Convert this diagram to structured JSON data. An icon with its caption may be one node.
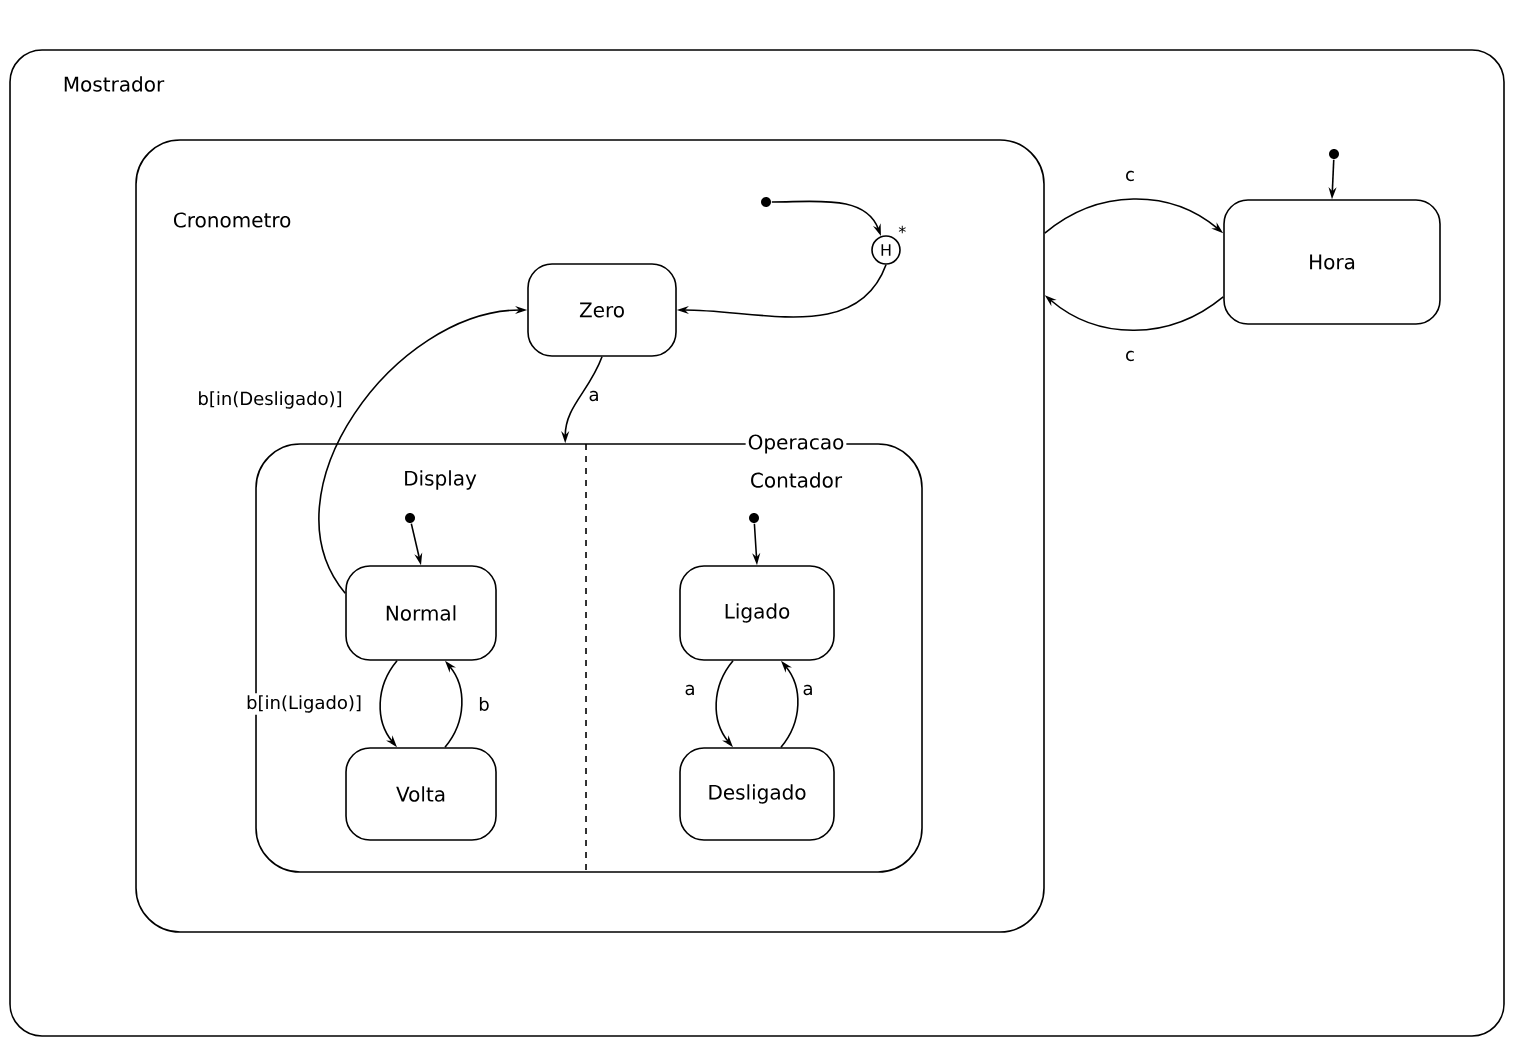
{
  "diagram": {
    "nodes": [
      {
        "text": [
          "Mostrador"
        ]
      },
      {
        "text": [
          "Cronometro"
        ],
        "in": 0
      },
      {
        "text": [],
        "shape": "circle",
        "in": 1
      },
      {
        "text": [
          "H"
        ],
        "beside": [
          "*"
        ],
        "in": 1
      },
      {
        "text": [
          "Zero"
        ],
        "in": 1
      },
      {
        "text": [
          "Operacao"
        ],
        "in": 1
      },
      {
        "text": [],
        "shape": "circle",
        "in": 5
      },
      {
        "text": [
          "Normal"
        ],
        "in": 5
      },
      {
        "text": [
          "Volta"
        ],
        "in": 5
      },
      {
        "text": [],
        "shape": "circle",
        "in": 5
      },
      {
        "text": [
          "Ligado"
        ],
        "in": 5
      },
      {
        "text": [
          "Desligado"
        ],
        "in": 5
      },
      {
        "text": [],
        "shape": "circle",
        "in": 0
      },
      {
        "text": [
          "Hora"
        ],
        "in": 0
      }
    ],
    "edges": [
      {
        "from": 2,
        "to": 3,
        "arrow": "to"
      },
      {
        "from": 3,
        "to": 4,
        "arrow": "to"
      },
      {
        "from": 1,
        "to": 13,
        "label": "c",
        "arrow": "to"
      },
      {
        "from": 13,
        "to": 1,
        "label": "c",
        "arrow": "to"
      },
      {
        "from": 4,
        "to": 5,
        "label": "a",
        "arrow": "to"
      },
      {
        "from": 7,
        "to": 4,
        "label": "b[in(Desligado)]",
        "arrow": "to"
      },
      {
        "from": 6,
        "to": 7,
        "arrow": "to"
      },
      {
        "from": 7,
        "to": 8,
        "label": "b[in(Ligado)]",
        "arrow": "to"
      },
      {
        "from": 8,
        "to": 7,
        "label": "b",
        "arrow": "to"
      },
      {
        "from": 9,
        "to": 10,
        "arrow": "to"
      },
      {
        "from": 10,
        "to": 11,
        "label": "a",
        "arrow": "to"
      },
      {
        "from": 11,
        "to": 10,
        "label": "a",
        "arrow": "to"
      },
      {
        "from": 12,
        "to": 13,
        "arrow": "to"
      }
    ],
    "labels": [
      "Display",
      "Contador"
    ]
  }
}
